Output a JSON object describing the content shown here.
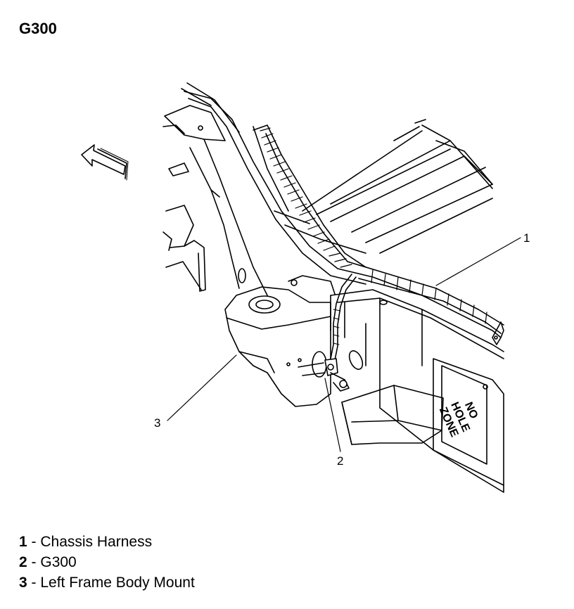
{
  "title": "G300",
  "callouts": {
    "c1": "1",
    "c2": "2",
    "c3": "3"
  },
  "no_hole_zone": {
    "line1": "NO",
    "line2": "HOLE",
    "line3": "ZONE"
  },
  "legend": [
    {
      "num": "1",
      "sep": " - ",
      "label": "Chassis Harness"
    },
    {
      "num": "2",
      "sep": " - ",
      "label": "G300"
    },
    {
      "num": "3",
      "sep": " - ",
      "label": "Left Frame Body Mount"
    }
  ]
}
